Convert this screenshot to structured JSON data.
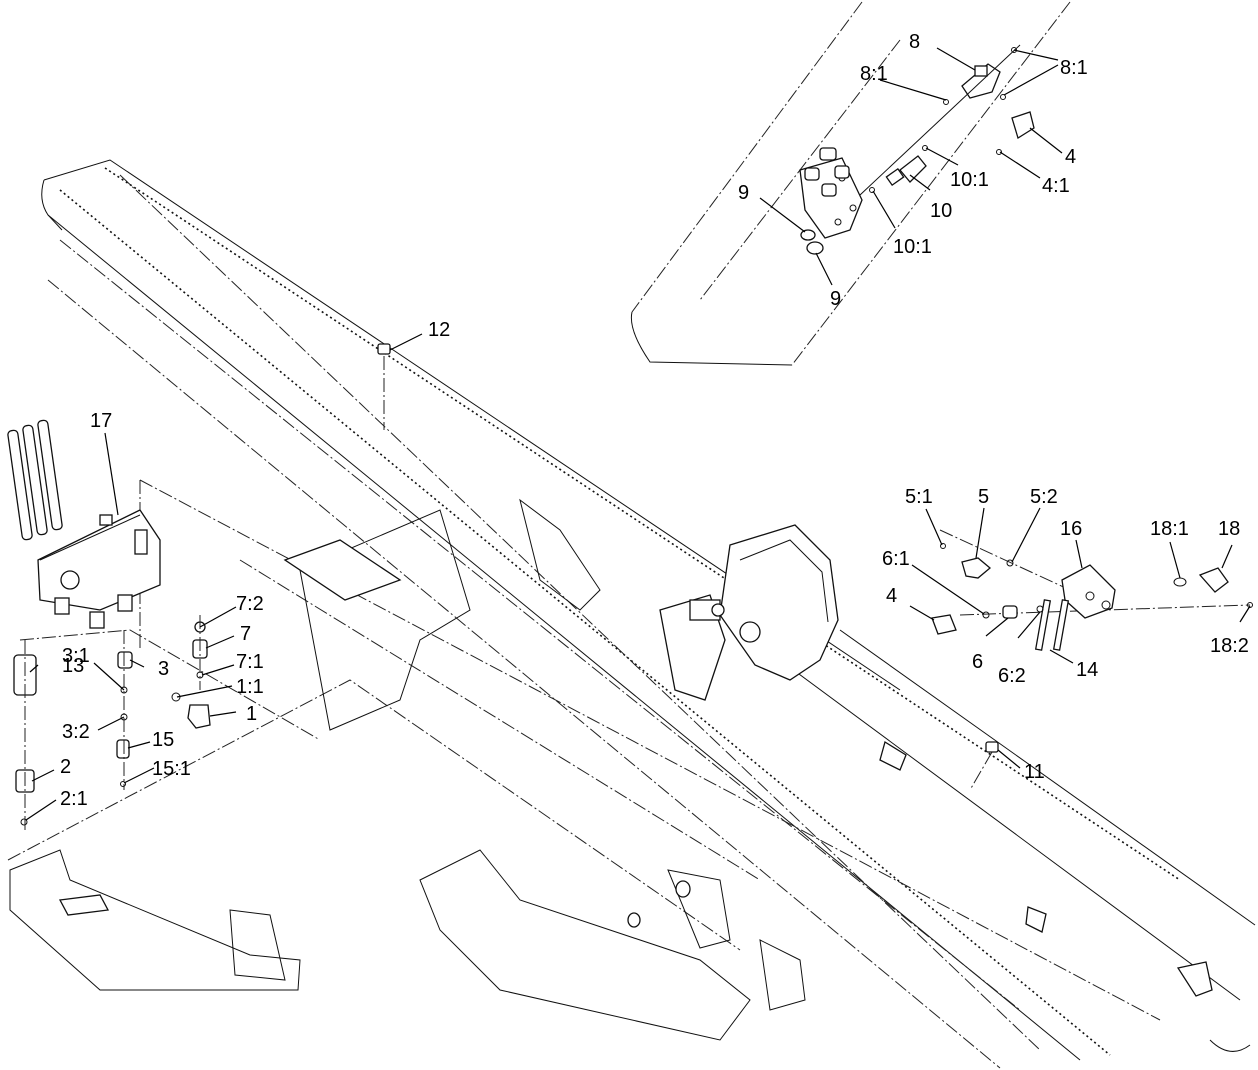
{
  "callouts": [
    {
      "id": "c-8",
      "text": "8"
    },
    {
      "id": "c-8-1a",
      "text": "8:1"
    },
    {
      "id": "c-8-1b",
      "text": "8:1"
    },
    {
      "id": "c-4a",
      "text": "4"
    },
    {
      "id": "c-4-1",
      "text": "4:1"
    },
    {
      "id": "c-10-1a",
      "text": "10:1"
    },
    {
      "id": "c-10",
      "text": "10"
    },
    {
      "id": "c-10-1b",
      "text": "10:1"
    },
    {
      "id": "c-9a",
      "text": "9"
    },
    {
      "id": "c-9b",
      "text": "9"
    },
    {
      "id": "c-12",
      "text": "12"
    },
    {
      "id": "c-17",
      "text": "17"
    },
    {
      "id": "c-7-2",
      "text": "7:2"
    },
    {
      "id": "c-7",
      "text": "7"
    },
    {
      "id": "c-7-1",
      "text": "7:1"
    },
    {
      "id": "c-3-1",
      "text": "3:1"
    },
    {
      "id": "c-3",
      "text": "3"
    },
    {
      "id": "c-13",
      "text": "13"
    },
    {
      "id": "c-1-1",
      "text": "1:1"
    },
    {
      "id": "c-1",
      "text": "1"
    },
    {
      "id": "c-3-2",
      "text": "3:2"
    },
    {
      "id": "c-15",
      "text": "15"
    },
    {
      "id": "c-2",
      "text": "2"
    },
    {
      "id": "c-15-1",
      "text": "15:1"
    },
    {
      "id": "c-2-1",
      "text": "2:1"
    },
    {
      "id": "c-5-1",
      "text": "5:1"
    },
    {
      "id": "c-5",
      "text": "5"
    },
    {
      "id": "c-5-2",
      "text": "5:2"
    },
    {
      "id": "c-16",
      "text": "16"
    },
    {
      "id": "c-18-1",
      "text": "18:1"
    },
    {
      "id": "c-18",
      "text": "18"
    },
    {
      "id": "c-6-1",
      "text": "6:1"
    },
    {
      "id": "c-4b",
      "text": "4"
    },
    {
      "id": "c-6",
      "text": "6"
    },
    {
      "id": "c-6-2",
      "text": "6:2"
    },
    {
      "id": "c-14",
      "text": "14"
    },
    {
      "id": "c-18-2",
      "text": "18:2"
    },
    {
      "id": "c-11",
      "text": "11"
    }
  ]
}
